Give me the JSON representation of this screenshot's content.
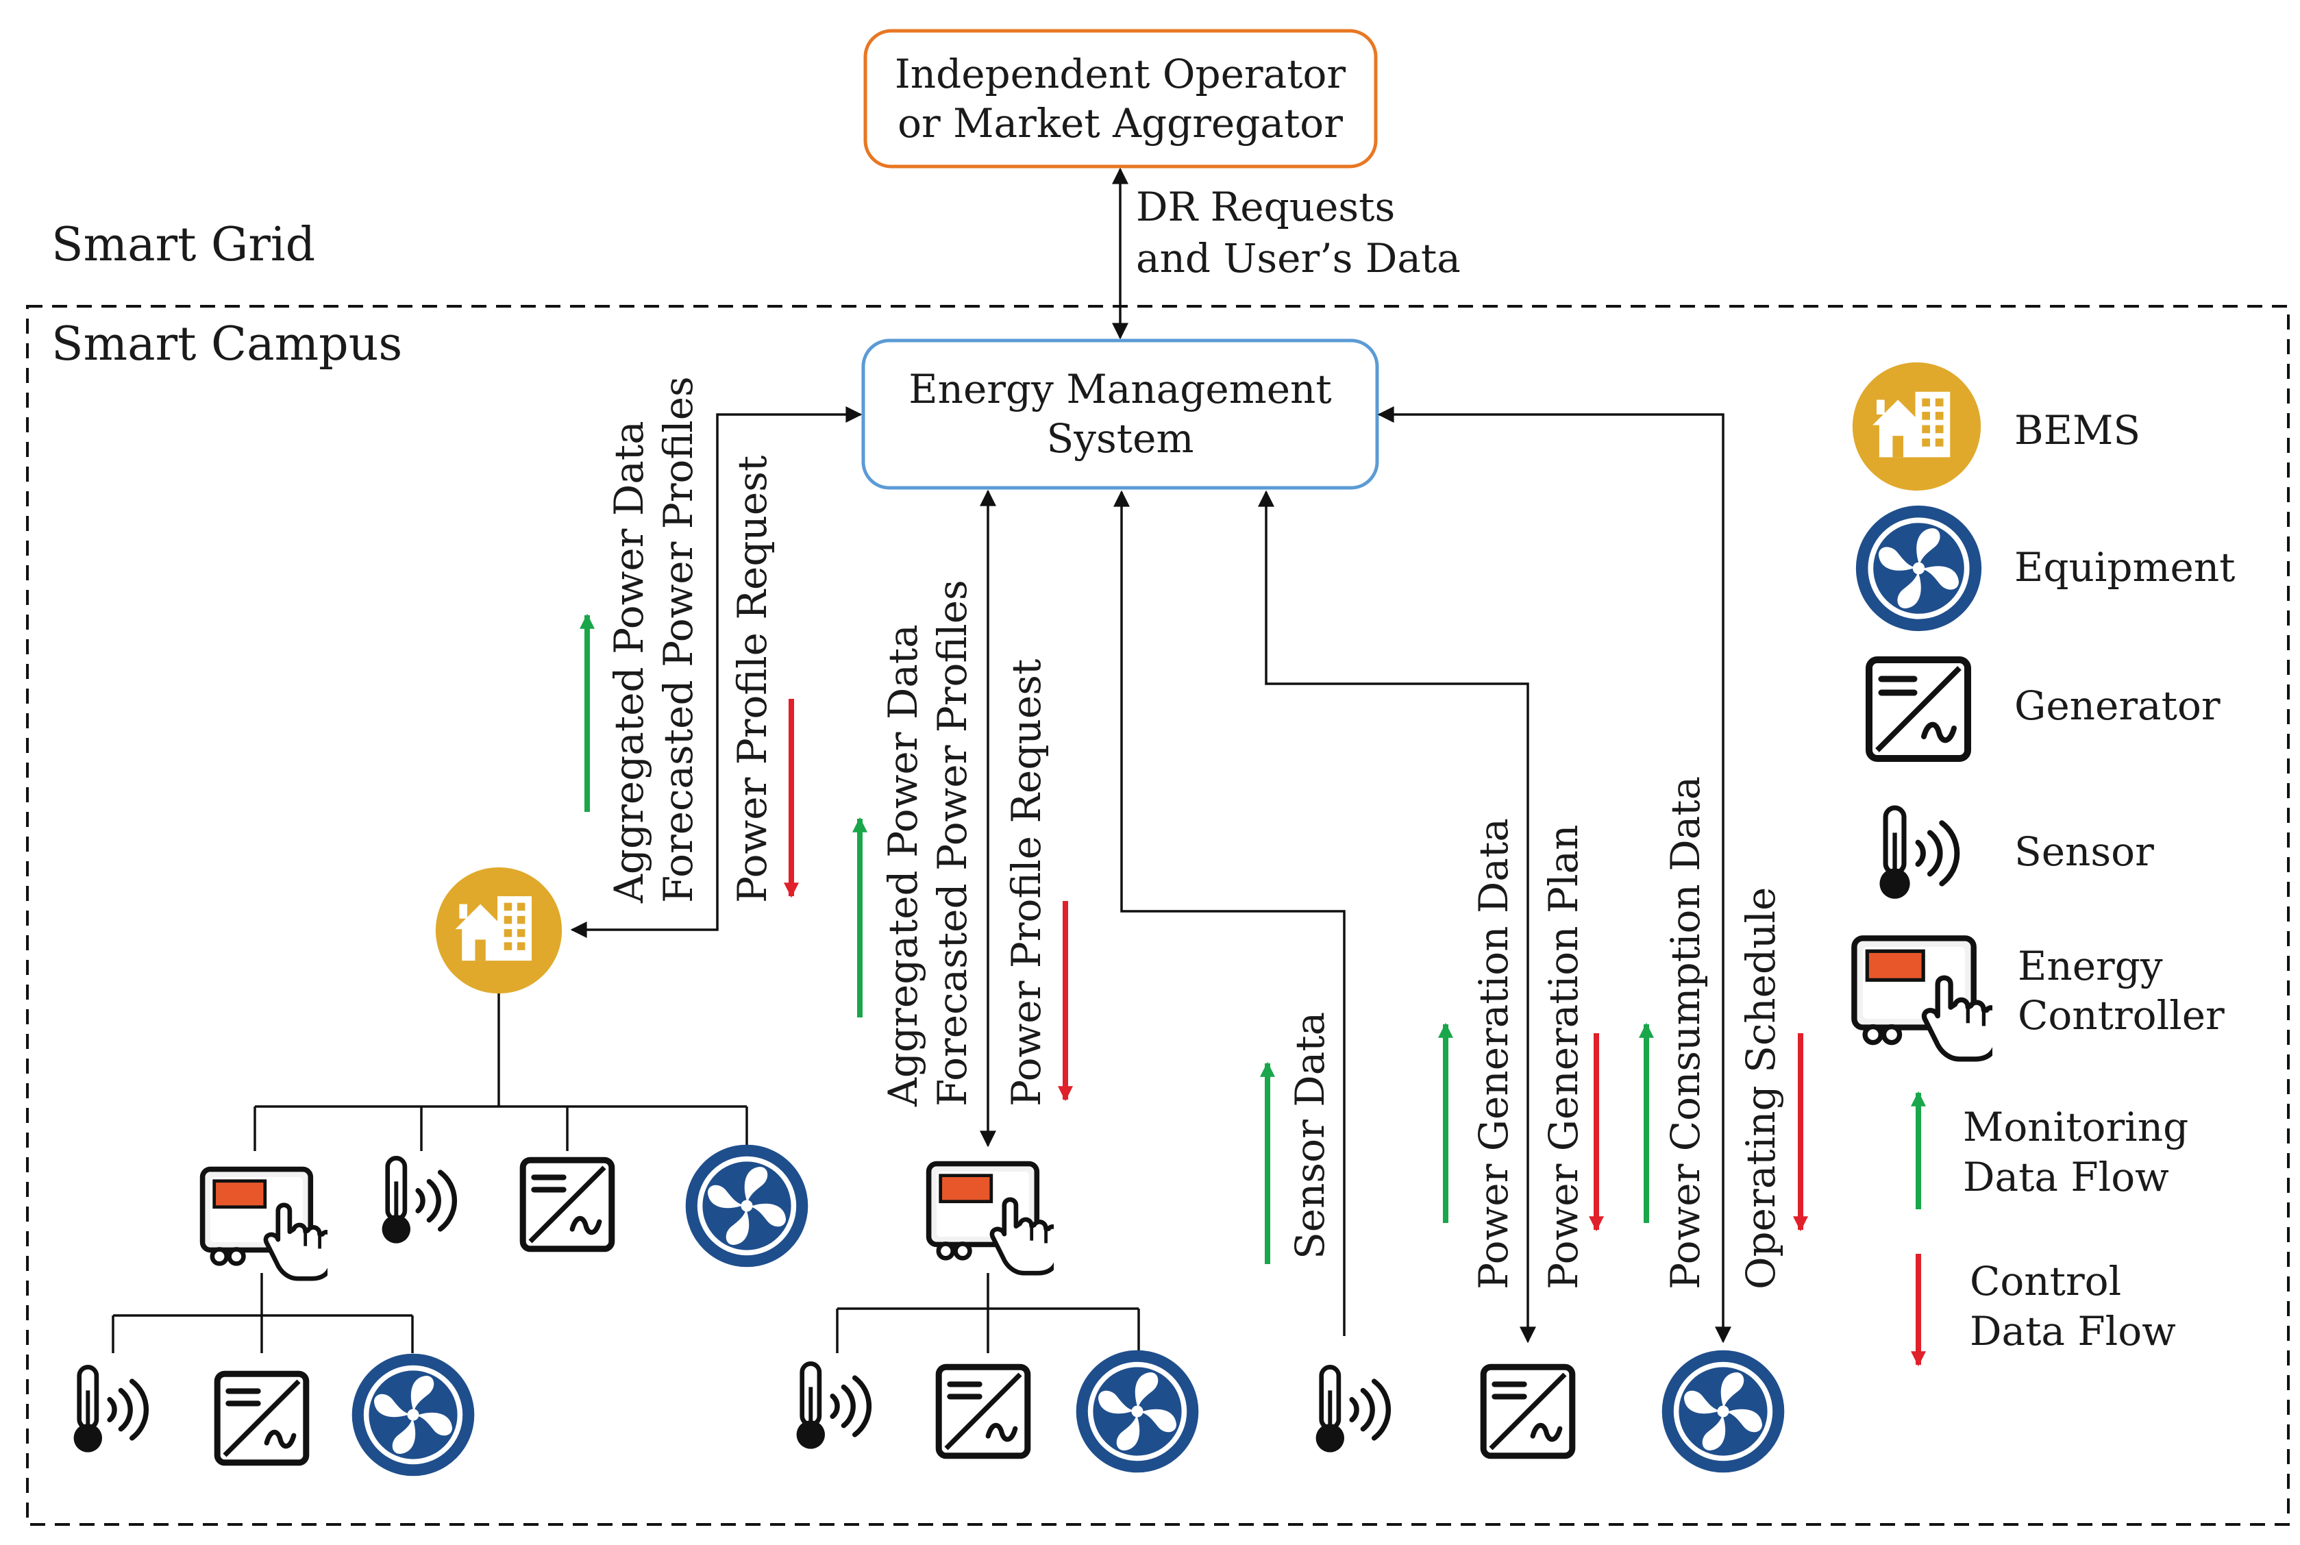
{
  "colors": {
    "operator_border": "#E87722",
    "ems_border": "#5B9BD5",
    "monitoring": "#1AA64A",
    "control": "#E0202A",
    "bems": "#E0A92C",
    "equipment": "#1F4E8C",
    "line": "#111111"
  },
  "regions": {
    "grid": "Smart Grid",
    "campus": "Smart Campus"
  },
  "operator": {
    "line1": "Independent Operator",
    "line2": "or Market Aggregator"
  },
  "ems": {
    "line1": "Energy Management",
    "line2": "System"
  },
  "dr": {
    "line1": "DR Requests",
    "line2": "and User’s Data"
  },
  "flows": {
    "bems_up1": "Aggregated Power Data",
    "bems_up2": "Forecasted Power Profiles",
    "bems_down": "Power Profile Request",
    "ctrl_up1": "Aggregated Power Data",
    "ctrl_up2": "Forecasted Power Profiles",
    "ctrl_down": "Power Profile Request",
    "sensor": "Sensor Data",
    "gen_data": "Power Generation Data",
    "gen_plan": "Power Generation Plan",
    "cons_data": "Power Consumption Data",
    "schedule": "Operating Schedule"
  },
  "legend": {
    "bems": "BEMS",
    "equipment": "Equipment",
    "generator": "Generator",
    "sensor": "Sensor",
    "controller1": "Energy",
    "controller2": "Controller",
    "monitoring1": "Monitoring",
    "monitoring2": "Data Flow",
    "control1": "Control",
    "control2": "Data Flow"
  }
}
